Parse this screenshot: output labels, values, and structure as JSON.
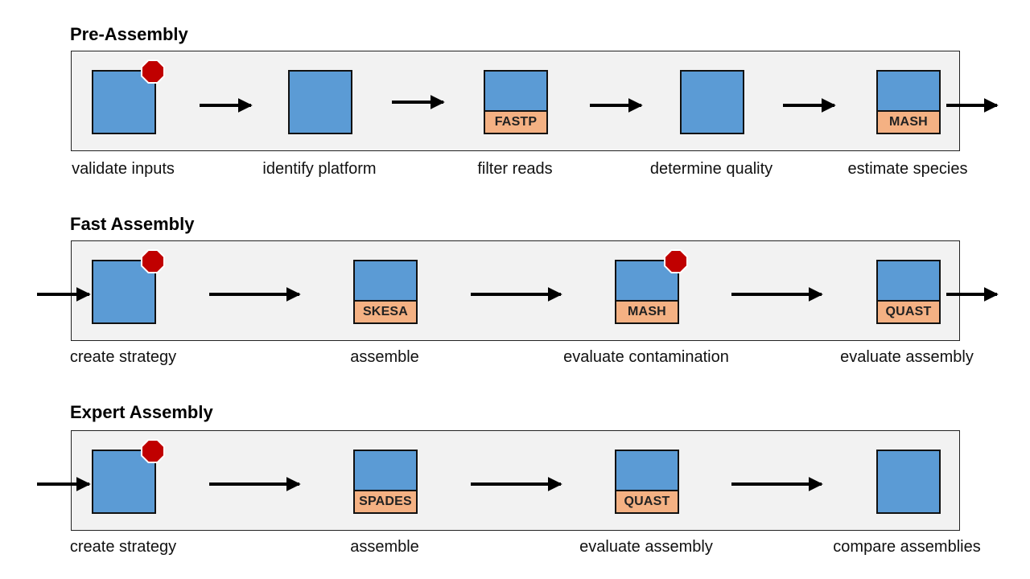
{
  "colors": {
    "node_fill": "#5b9bd5",
    "tool_fill": "#f4b183",
    "stop_sign": "#c00000",
    "panel_fill": "#f2f2f2"
  },
  "pre_assembly": {
    "title": "Pre-Assembly",
    "steps": [
      {
        "label": "validate inputs",
        "tool": "",
        "stop": true
      },
      {
        "label": "identify platform",
        "tool": ""
      },
      {
        "label": "filter reads",
        "tool": "FASTP"
      },
      {
        "label": "determine quality",
        "tool": ""
      },
      {
        "label": "estimate species",
        "tool": "MASH"
      }
    ]
  },
  "fast_assembly": {
    "title": "Fast Assembly",
    "steps": [
      {
        "label": "create strategy",
        "tool": "",
        "stop": true
      },
      {
        "label": "assemble",
        "tool": "SKESA"
      },
      {
        "label": "evaluate contamination",
        "tool": "MASH",
        "stop": true
      },
      {
        "label": "evaluate assembly",
        "tool": "QUAST"
      }
    ]
  },
  "expert_assembly": {
    "title": "Expert Assembly",
    "steps": [
      {
        "label": "create strategy",
        "tool": "",
        "stop": true
      },
      {
        "label": "assemble",
        "tool": "SPADES"
      },
      {
        "label": "evaluate assembly",
        "tool": "QUAST"
      },
      {
        "label": "compare assemblies",
        "tool": ""
      }
    ]
  }
}
